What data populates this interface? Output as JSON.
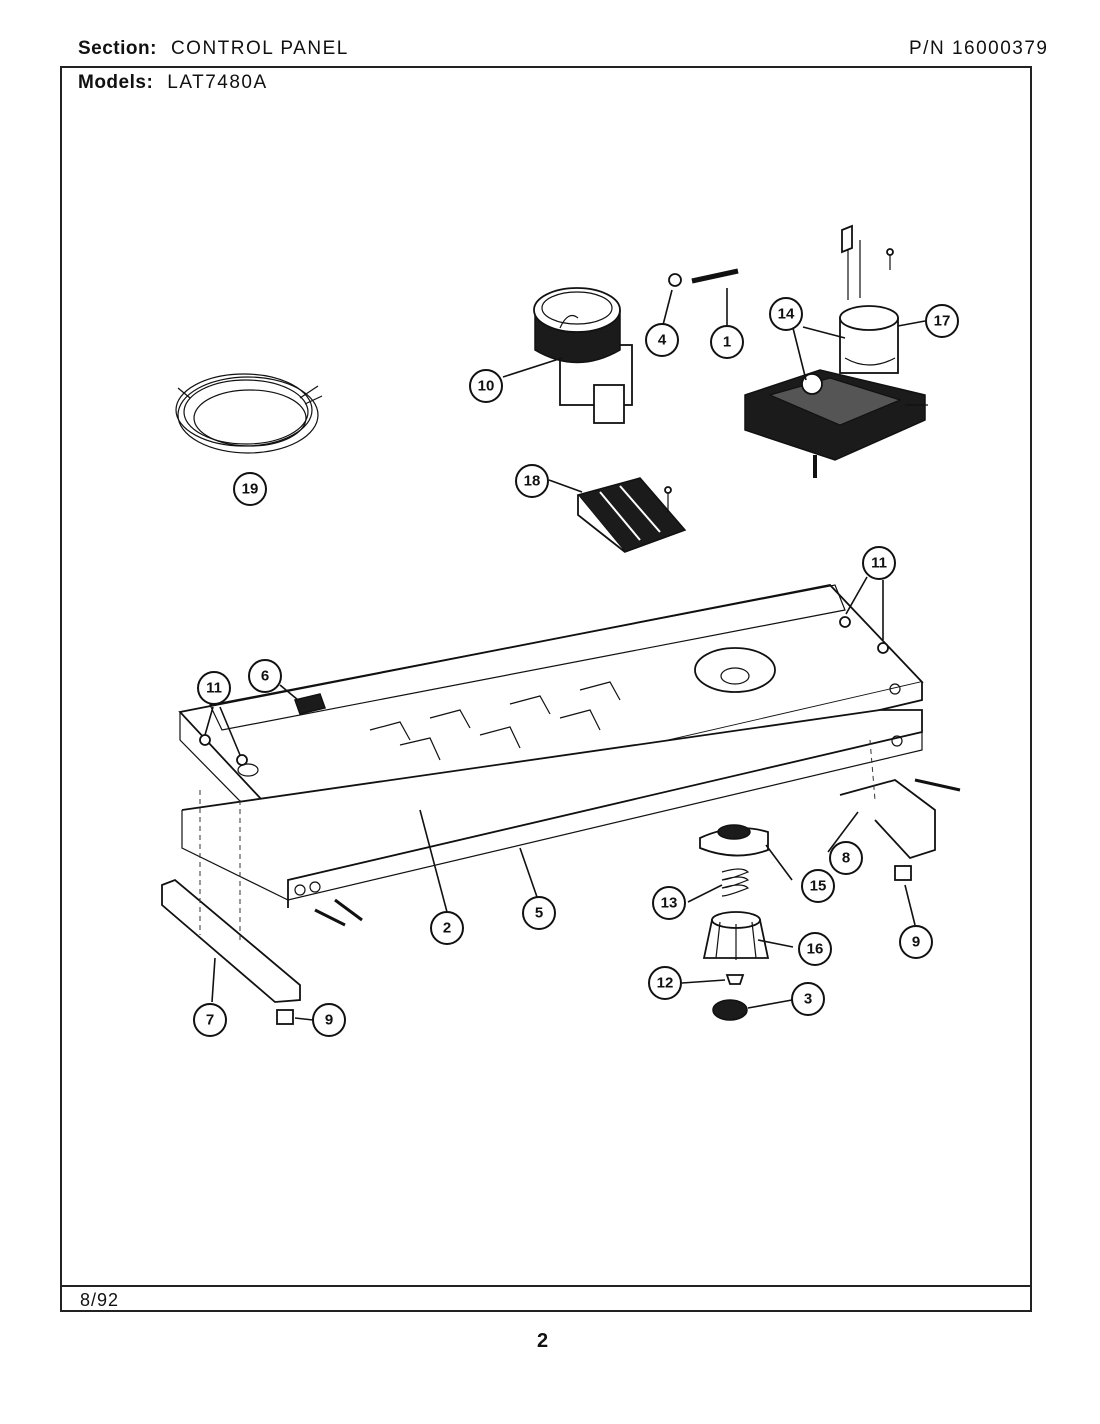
{
  "header": {
    "section_label": "Section:",
    "section_value": "CONTROL PANEL",
    "part_number": "P/N 16000379",
    "models_label": "Models:",
    "models_value": "LAT7480A"
  },
  "footer": {
    "date": "8/92",
    "page_number": "2"
  },
  "callouts": {
    "c1": "1",
    "c2": "2",
    "c3": "3",
    "c4": "4",
    "c5": "5",
    "c6": "6",
    "c7": "7",
    "c8": "8",
    "c9a": "9",
    "c9b": "9",
    "c10": "10",
    "c11a": "11",
    "c11b": "11",
    "c12": "12",
    "c13": "13",
    "c14": "14",
    "c15": "15",
    "c16": "16",
    "c17": "17",
    "c18": "18",
    "c19": "19"
  }
}
